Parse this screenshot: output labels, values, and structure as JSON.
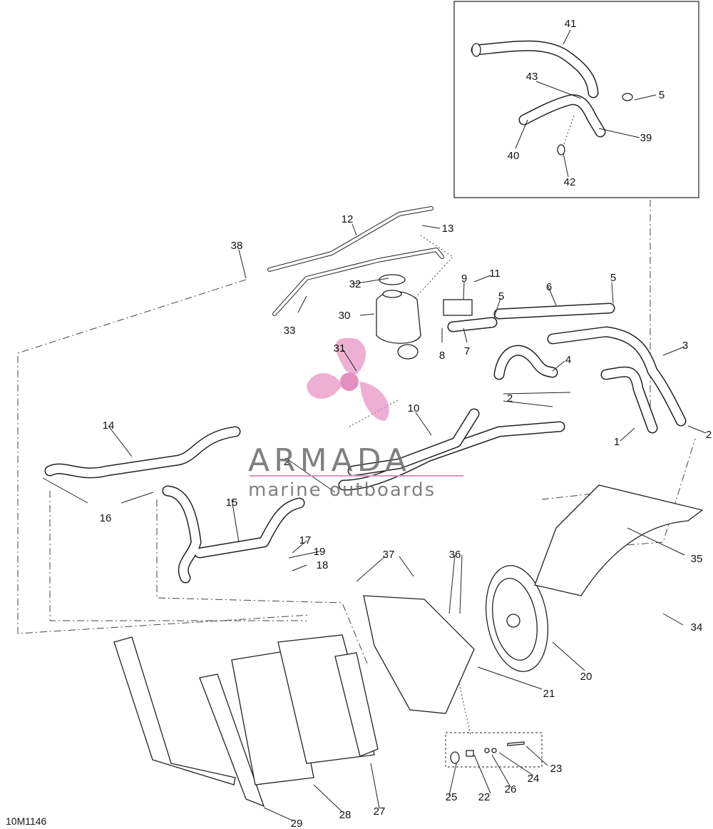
{
  "diagram": {
    "drawing_code": "10M1146",
    "watermark": {
      "brand": "ARMADA",
      "tagline": "marine outboards",
      "logo_color": "#e58fc0",
      "text_color": "#6a6a6a"
    },
    "callouts": [
      "1",
      "2",
      "2",
      "2",
      "3",
      "4",
      "5",
      "5",
      "5",
      "6",
      "7",
      "8",
      "9",
      "10",
      "11",
      "12",
      "13",
      "14",
      "15",
      "16",
      "17",
      "18",
      "19",
      "20",
      "21",
      "22",
      "23",
      "24",
      "25",
      "26",
      "27",
      "28",
      "29",
      "30",
      "31",
      "32",
      "33",
      "34",
      "35",
      "36",
      "37",
      "38",
      "39",
      "40",
      "41",
      "42",
      "43"
    ]
  }
}
